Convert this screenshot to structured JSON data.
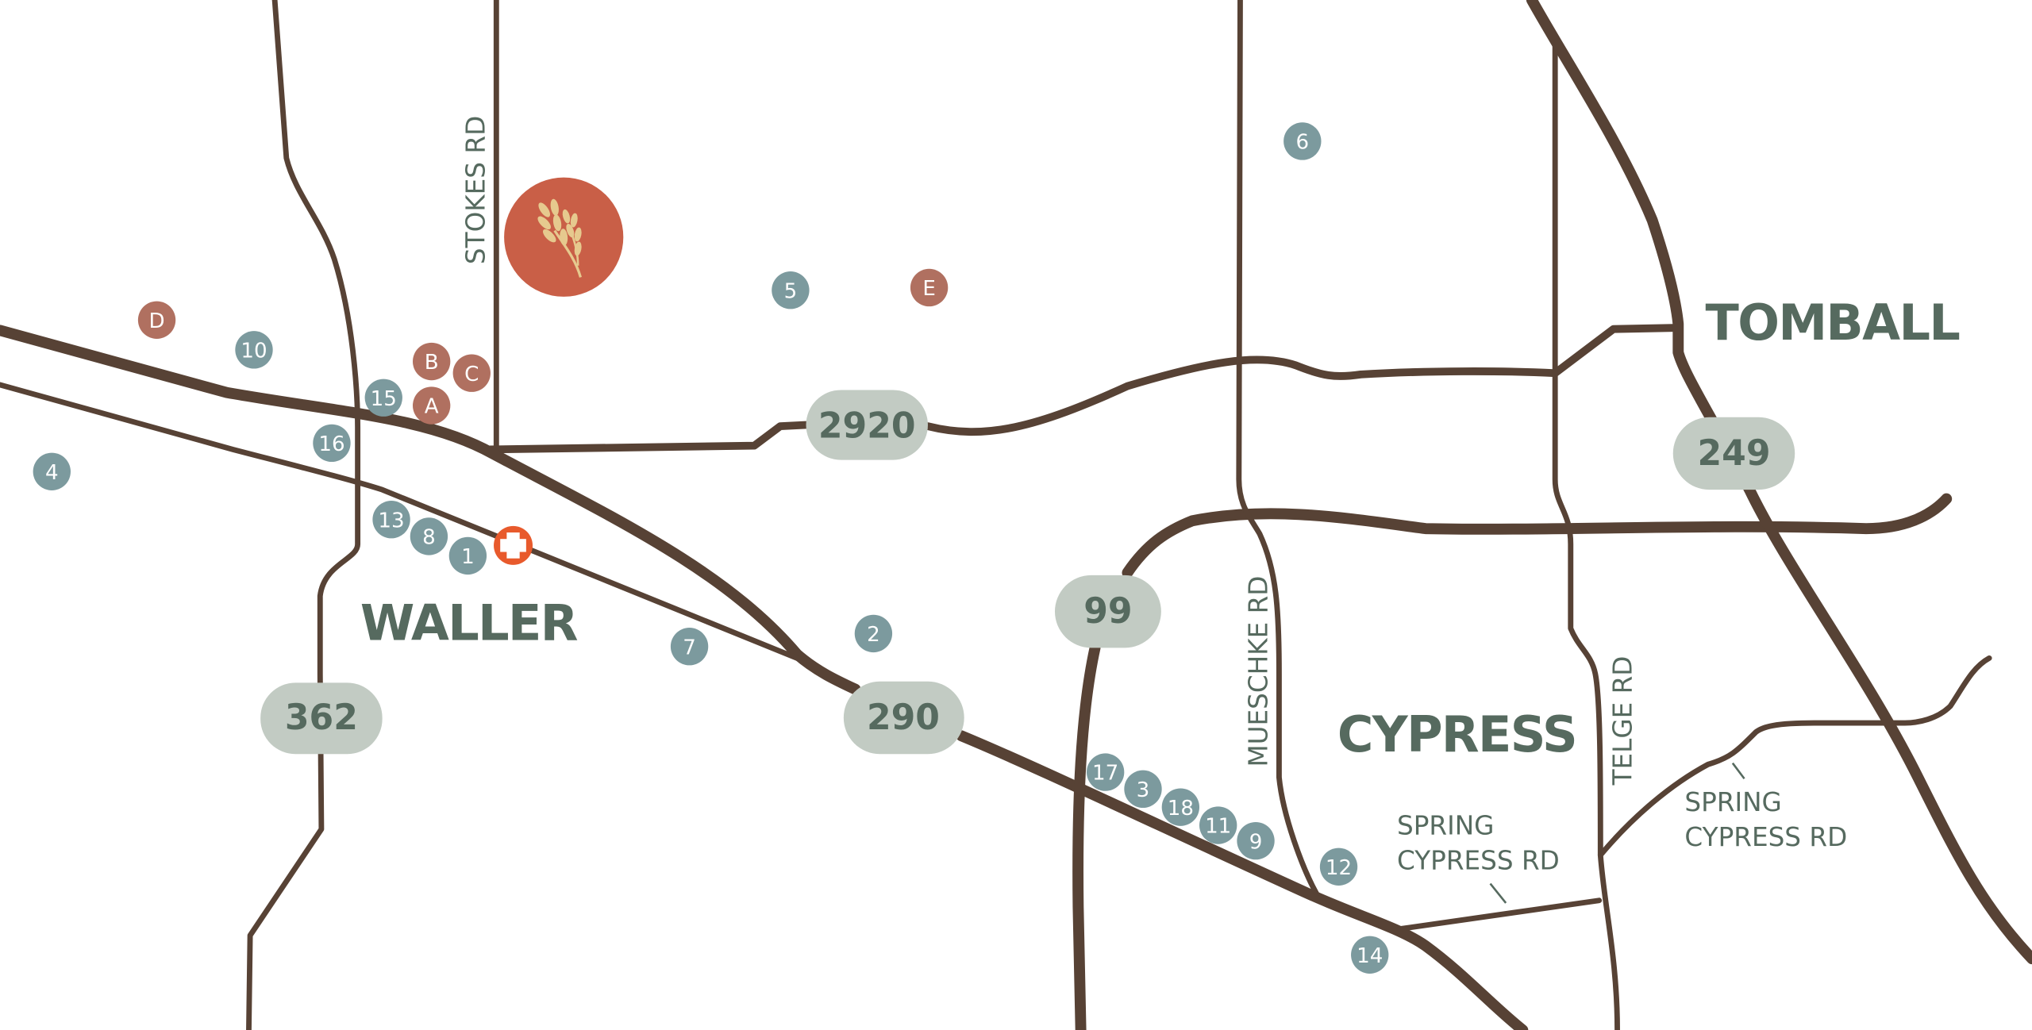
{
  "map": {
    "colors": {
      "background": "#ffffff",
      "road": "#574235",
      "label_text": "#566a5f",
      "shield_fill": "#c2cbc3",
      "numbered_marker": "#7c9a9e",
      "lettered_marker": "#b07060",
      "site_marker": "#c95f47",
      "site_icon": "#e6c98e",
      "hospital_marker": "#e85a2c"
    },
    "cities": [
      {
        "id": "waller",
        "label": "WALLER"
      },
      {
        "id": "cypress",
        "label": "CYPRESS"
      },
      {
        "id": "tomball",
        "label": "TOMBALL"
      }
    ],
    "road_labels": {
      "stokes": "STOKES RD",
      "mueschke": "MUESCHKE RD",
      "telge": "TELGE RD",
      "spring_cypress_1_line1": "SPRING",
      "spring_cypress_1_line2": "CYPRESS RD",
      "spring_cypress_2_line1": "SPRING",
      "spring_cypress_2_line2": "CYPRESS RD"
    },
    "highway_shields": [
      {
        "id": "hwy-2920",
        "label": "2920"
      },
      {
        "id": "hwy-249",
        "label": "249"
      },
      {
        "id": "hwy-99",
        "label": "99"
      },
      {
        "id": "hwy-290",
        "label": "290"
      },
      {
        "id": "hwy-362",
        "label": "362"
      }
    ],
    "numbered_markers": [
      "1",
      "2",
      "3",
      "4",
      "5",
      "6",
      "7",
      "8",
      "9",
      "10",
      "11",
      "12",
      "13",
      "14",
      "15",
      "16",
      "17",
      "18"
    ],
    "lettered_markers": [
      "A",
      "B",
      "C",
      "D",
      "E"
    ],
    "site_marker": {
      "icon": "wheat-icon"
    },
    "hospital_marker": {
      "icon": "medical-cross-icon"
    }
  }
}
